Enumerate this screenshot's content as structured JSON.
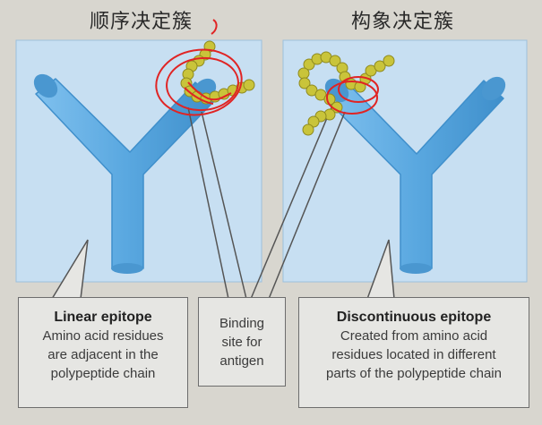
{
  "headings": {
    "left": "顺序决定簇",
    "right": "构象决定簇"
  },
  "callouts": {
    "linear": {
      "title": "Linear epitope",
      "lines": [
        "Amino acid residues",
        "are adjacent in the",
        "polypeptide chain"
      ]
    },
    "binding": {
      "lines": [
        "Binding",
        "site for",
        "antigen"
      ]
    },
    "discontinuous": {
      "title": "Discontinuous epitope",
      "lines": [
        "Created from amino acid",
        "residues located in different",
        "parts of the polypeptide chain"
      ]
    }
  },
  "colors": {
    "panel": "#c7dff2",
    "antibody": "#5aa8e0",
    "antibody_edge": "#3f8fcb",
    "bead": "#c9c43a",
    "bead_edge": "#8f8a1f",
    "annotation": "#e02424"
  }
}
